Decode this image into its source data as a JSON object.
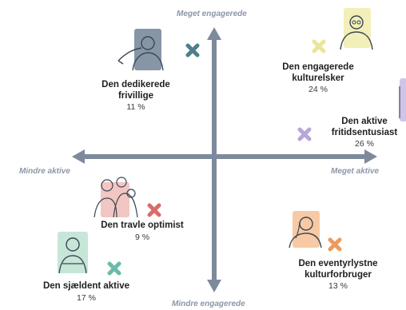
{
  "axis_labels": {
    "top": "Meget engagerede",
    "bottom": "Mindre engagerede",
    "left": "Mindre aktive",
    "right": "Meget aktive"
  },
  "segments": [
    {
      "name_line1": "Den dedikerede",
      "name_line2": "frivillige",
      "pct": "11 %",
      "marker_color": "#4f7f88",
      "illustration": "volunteer-illustration"
    },
    {
      "name_line1": "Den engagerede",
      "name_line2": "kulturelsker",
      "pct": "24 %",
      "marker_color": "#e9e59a",
      "illustration": "culture-lover-illustration"
    },
    {
      "name_line1": "Den aktive",
      "name_line2": "fritidsentusiast",
      "pct": "26 %",
      "marker_color": "#b6a7d8",
      "illustration": "leisure-enthusiast-illustration"
    },
    {
      "name_line1": "Den travle optimist",
      "name_line2": "",
      "pct": "9 %",
      "marker_color": "#d96c6c",
      "illustration": "busy-optimist-illustration"
    },
    {
      "name_line1": "Den eventyrlystne",
      "name_line2": "kulturforbruger",
      "pct": "13 %",
      "marker_color": "#ec9a5e",
      "illustration": "adventurous-consumer-illustration"
    },
    {
      "name_line1": "Den sjældent aktive",
      "name_line2": "",
      "pct": "17 %",
      "marker_color": "#6cbba8",
      "illustration": "rarely-active-illustration"
    }
  ],
  "colors": {
    "axis": "#7e8a9c",
    "axis_label": "#8c97a8"
  }
}
